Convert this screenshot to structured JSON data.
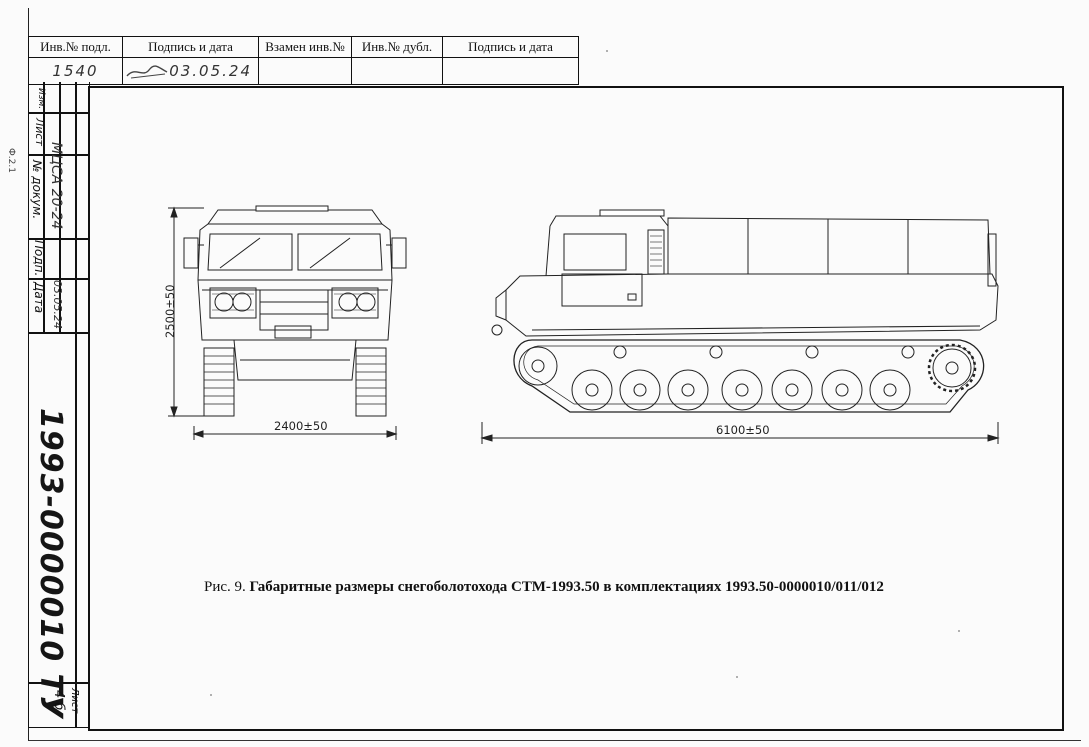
{
  "stamp": {
    "headers": [
      "Инв.№ подл.",
      "Подпись и дата",
      "Взамен инв.№",
      "Инв.№ дубл.",
      "Подпись и дата"
    ],
    "inv_no": "1540",
    "sign_date": "03.05.24"
  },
  "side_strip": {
    "izm": "Изм.",
    "list": "Лист",
    "doc_no_label": "№ докум.",
    "podp": "Подп.",
    "data": "Дата",
    "doc_handwritten": "МЦСА 20-24",
    "date_handwritten": "03.05.24",
    "doc_number": "1993-0000010 ТУ",
    "sheet_label": "Лист",
    "sheet_no": "4 б",
    "margin_mark": "Ф.2.1"
  },
  "drawing": {
    "height_dim": "2500±50",
    "width_dim": "2400±50",
    "length_dim": "6100±50"
  },
  "caption": {
    "prefix": "Рис. 9.",
    "text": "Габаритные размеры снегоболотохода СТМ-1993.50 в комплектациях 1993.50-0000010/011/012"
  }
}
